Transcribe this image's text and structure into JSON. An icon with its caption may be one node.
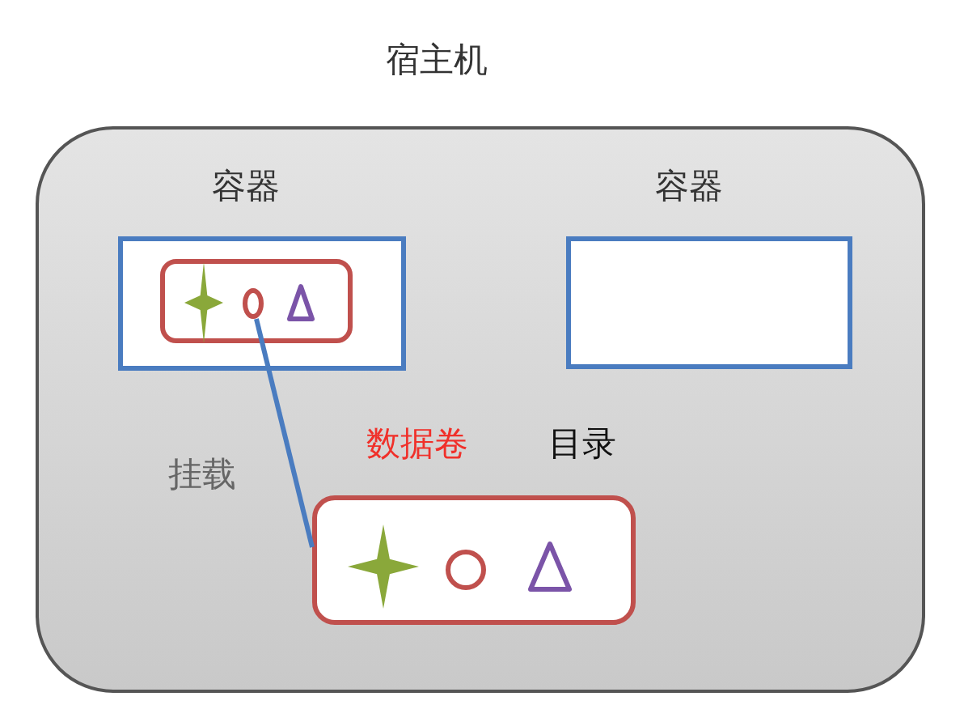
{
  "diagram": {
    "nodes": [
      {
        "text": [
          "宿主机"
        ]
      },
      {
        "text": [
          "容器"
        ],
        "in": 0
      },
      {
        "text": [],
        "shape": "box",
        "in": 1
      },
      {
        "text": [],
        "shape": "circle",
        "in": 2
      },
      {
        "text": [
          "容器"
        ],
        "in": 0
      },
      {
        "text": [
          "数据卷",
          "目录"
        ],
        "in": 0
      }
    ],
    "edges": [
      {
        "from": 3,
        "to": 5,
        "arrow": "none",
        "label": "挂载"
      }
    ]
  }
}
